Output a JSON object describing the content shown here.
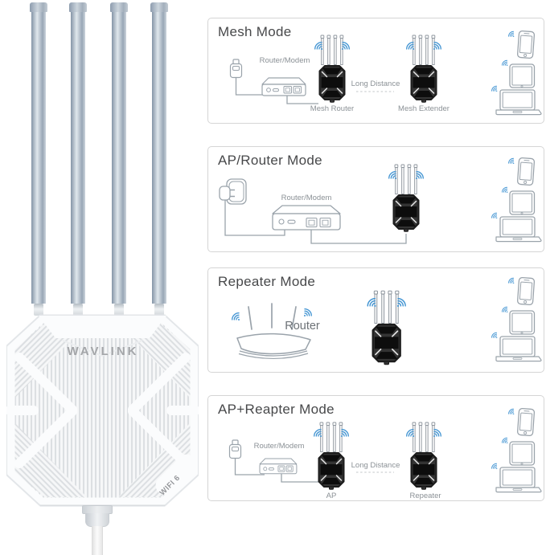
{
  "product": {
    "brand_logo": "WAVLINK",
    "wifi_badge": "WIFI 6"
  },
  "panels": [
    {
      "title": "Mesh Mode",
      "labels": {
        "modem": "Router/Modem",
        "left_device": "Mesh Router",
        "distance": "Long Distance",
        "right_device": "Mesh Extender"
      }
    },
    {
      "title": "AP/Router Mode",
      "labels": {
        "modem": "Router/Modem"
      }
    },
    {
      "title": "Repeater Mode",
      "labels": {
        "router": "Router"
      }
    },
    {
      "title": "AP+Reapter Mode",
      "labels": {
        "modem": "Router/Modem",
        "left_device": "AP",
        "distance": "Long Distance",
        "right_device": "Repeater"
      }
    }
  ],
  "colors": {
    "wifi_arc": "#4596d3",
    "line_art": "#9aa3ab",
    "panel_border": "#d5d5d5",
    "title_text": "#47484a",
    "label_text": "#8b9196",
    "device_body": "#333333"
  },
  "icons": [
    "power-plug-icon",
    "router-modem-icon",
    "outdoor-ap-icon",
    "wifi-signal-icon",
    "wireless-router-icon",
    "smartphone-icon",
    "tablet-icon",
    "laptop-icon"
  ]
}
